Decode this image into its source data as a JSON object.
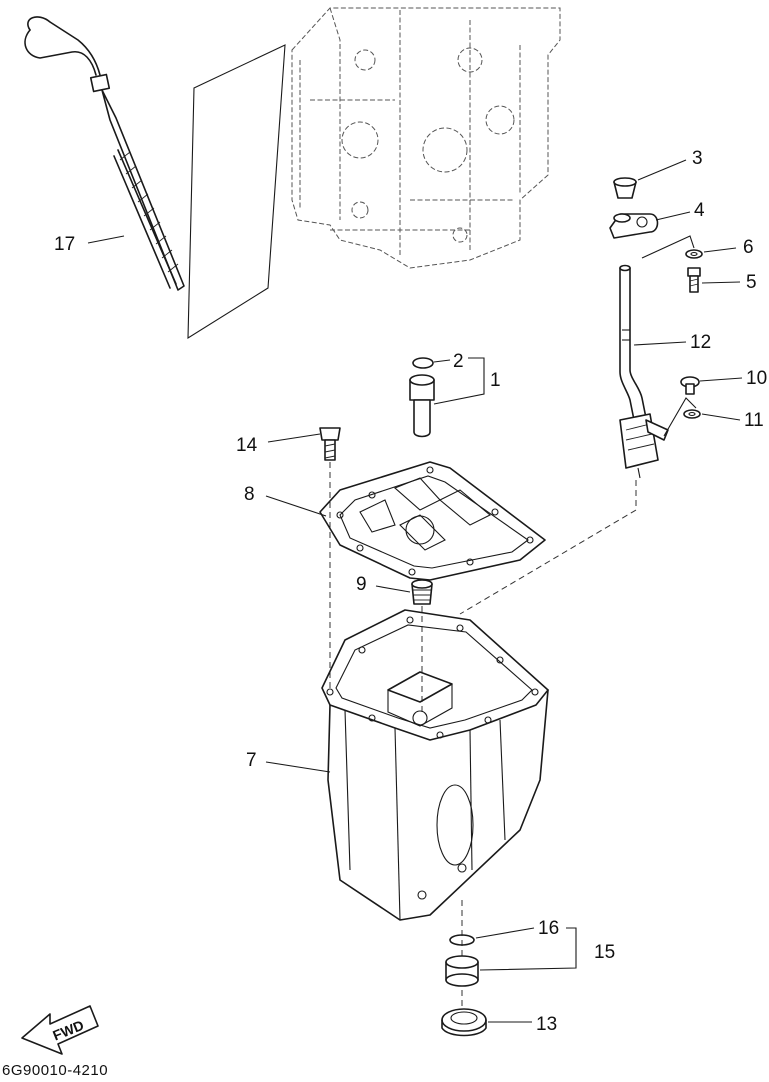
{
  "diagram": {
    "code": "6G90010-4210",
    "fwd_label": "FWD",
    "callouts": [
      {
        "id": "c1",
        "label": "1"
      },
      {
        "id": "c2",
        "label": "2"
      },
      {
        "id": "c3",
        "label": "3"
      },
      {
        "id": "c4",
        "label": "4"
      },
      {
        "id": "c5",
        "label": "5"
      },
      {
        "id": "c6",
        "label": "6"
      },
      {
        "id": "c7",
        "label": "7"
      },
      {
        "id": "c8",
        "label": "8"
      },
      {
        "id": "c9",
        "label": "9"
      },
      {
        "id": "c10",
        "label": "10"
      },
      {
        "id": "c11",
        "label": "11"
      },
      {
        "id": "c12",
        "label": "12"
      },
      {
        "id": "c13",
        "label": "13"
      },
      {
        "id": "c14",
        "label": "14"
      },
      {
        "id": "c15",
        "label": "15"
      },
      {
        "id": "c16",
        "label": "16"
      },
      {
        "id": "c17",
        "label": "17"
      }
    ]
  }
}
